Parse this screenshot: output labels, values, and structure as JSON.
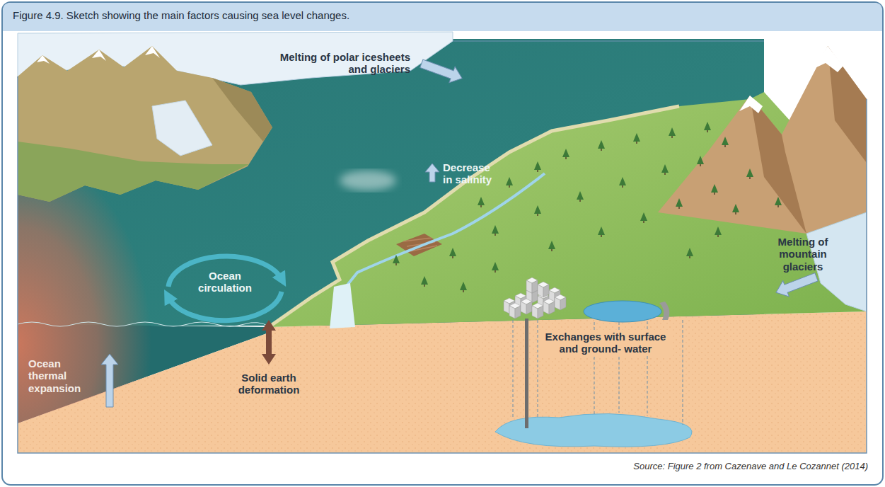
{
  "diagram": {
    "title": "Figure 4.9. Sketch showing the main factors causing sea level changes.",
    "caption": "Source: Figure 2 from Cazenave and Le Cozannet (2014)",
    "labels": [
      "Melting of polar icesheets and glaciers",
      "Decrease in salinity",
      "Ocean circulation",
      "Ocean thermal expansion",
      "Solid earth deformation",
      "Exchanges with surface and ground- water",
      "Melting of mountain glaciers"
    ]
  }
}
